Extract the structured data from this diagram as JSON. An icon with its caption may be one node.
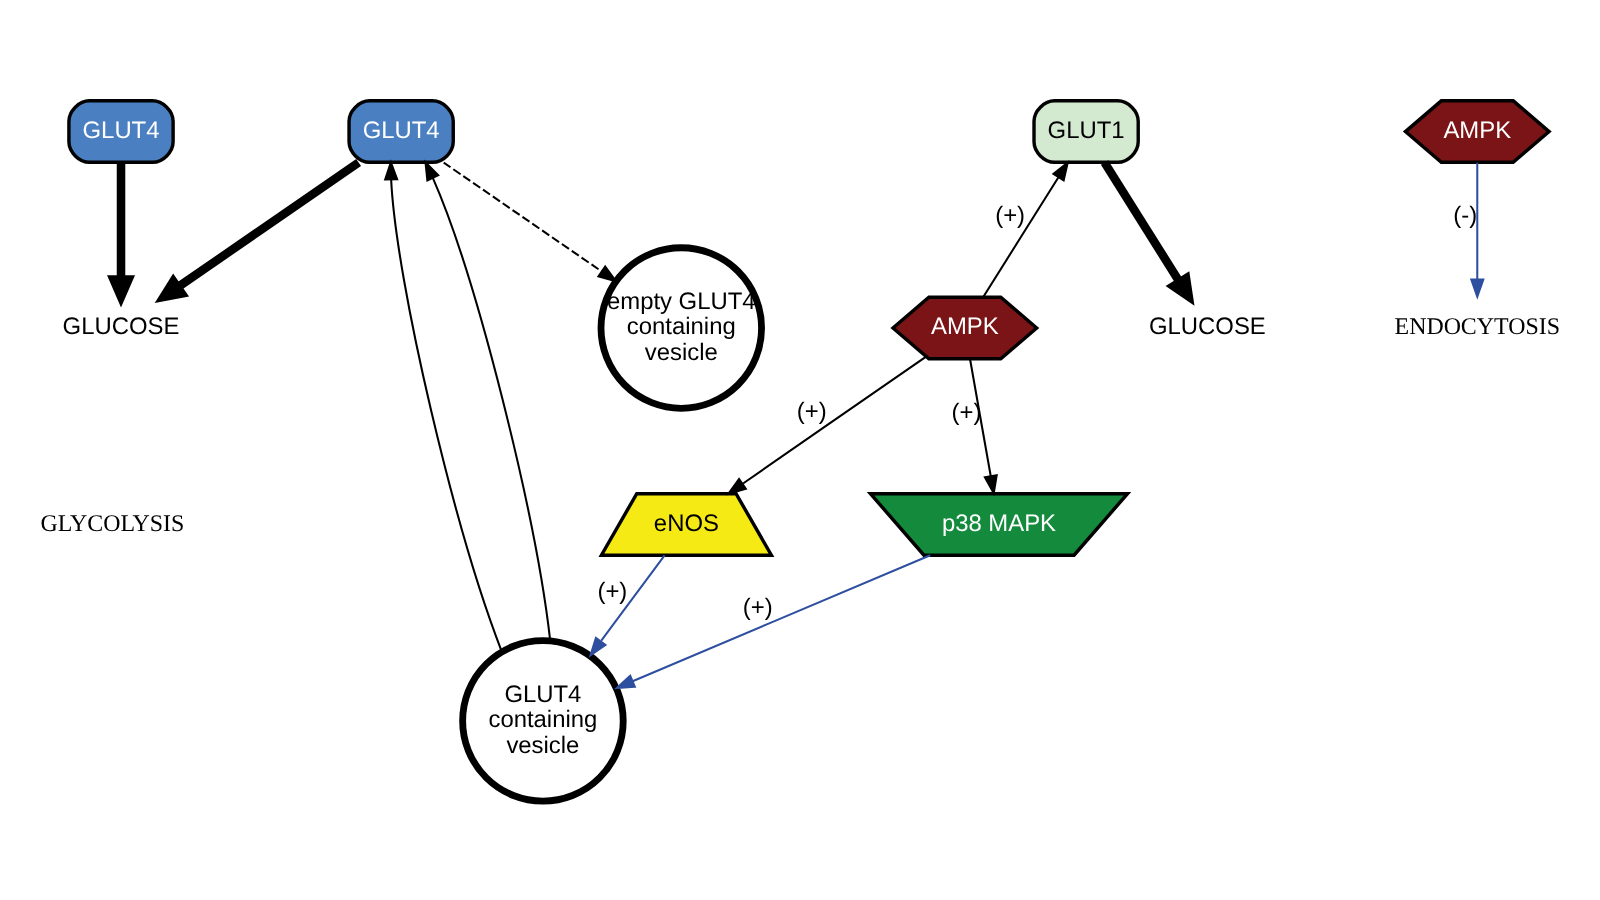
{
  "diagram": {
    "nodes": [
      {
        "text": [
          "GLUT4"
        ]
      },
      {
        "text": [
          "GLUT4"
        ]
      },
      {
        "text": [
          "GLUT1"
        ]
      },
      {
        "text": [
          "GLUCOSE"
        ]
      },
      {
        "text": [
          "eNOS"
        ]
      },
      {
        "text": [
          "AMPK"
        ]
      },
      {
        "text": [
          "p38 MAPK"
        ]
      },
      {
        "text": [
          "GLUT4 containing vesicle"
        ]
      },
      {
        "text": [
          "ENDOCYTOSIS"
        ]
      },
      {
        "text": [
          "empty GLUT4 containing vesicle"
        ]
      },
      {
        "text": [
          "AMPK"
        ]
      },
      {
        "text": [
          "GLUCOSE"
        ]
      }
    ],
    "edges": [
      {
        "from": 0,
        "to": 3,
        "arrow": "to",
        "style": "thick"
      },
      {
        "from": 1,
        "to": 3,
        "arrow": "to",
        "style": "thick"
      },
      {
        "from": 2,
        "to": 11,
        "arrow": "to",
        "style": "thick"
      },
      {
        "from": 5,
        "to": 2,
        "arrow": "to",
        "label": "(+)"
      },
      {
        "from": 4,
        "to": 7,
        "arrow": "to",
        "label": "(+)",
        "color": "#2e4fa0"
      },
      {
        "from": 5,
        "to": 4,
        "arrow": "to",
        "label": "(+)"
      },
      {
        "from": 5,
        "to": 6,
        "arrow": "to",
        "label": "(+)"
      },
      {
        "from": 6,
        "to": 7,
        "arrow": "to",
        "label": "(+)",
        "color": "#2e4fa0"
      },
      {
        "from": 7,
        "to": 1,
        "arrow": "to"
      },
      {
        "from": 7,
        "to": 1,
        "arrow": "to"
      },
      {
        "from": 1,
        "to": 9,
        "arrow": "to",
        "style": "dashed"
      },
      {
        "from": 10,
        "to": 8,
        "arrow": "to",
        "label": "(-)",
        "color": "#2e4fa0"
      }
    ],
    "labels": [
      "GLYCOLYSIS"
    ]
  }
}
